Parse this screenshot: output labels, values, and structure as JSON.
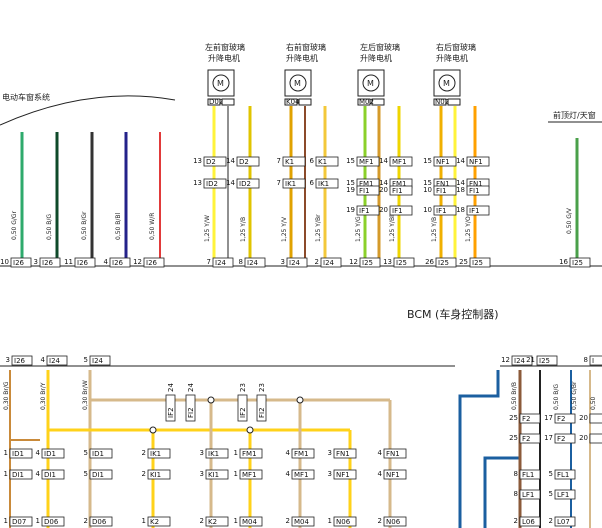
{
  "motors": [
    {
      "label1": "左前窗玻璃",
      "label2": "升降电机",
      "code": "D02"
    },
    {
      "label1": "右前窗玻璃",
      "label2": "升降电机",
      "code": "K04"
    },
    {
      "label1": "左后窗玻璃",
      "label2": "升降电机",
      "code": "M02"
    },
    {
      "label1": "右后窗玻璃",
      "label2": "升降电机",
      "code": "N02"
    }
  ],
  "left_system_label": "电动车窗系统",
  "right_system_label": "前顶灯/天窗",
  "bcm_label": "BCM (车身控制器)",
  "top_wires": [
    {
      "spec": "0,50 G/Gr",
      "pin": "10",
      "conn": "I26"
    },
    {
      "spec": "0,50 B/G",
      "pin": "3",
      "conn": "I26"
    },
    {
      "spec": "0,50 B/Gr",
      "pin": "11",
      "conn": "I26"
    },
    {
      "spec": "0,50 B/Bl",
      "pin": "4",
      "conn": "I26"
    },
    {
      "spec": "0,50 W/R",
      "pin": "12",
      "conn": "I26"
    },
    {
      "spec": "1,25 Y/W",
      "pin": "7",
      "conn": "I24"
    },
    {
      "spec": "1,25 Y/B",
      "pin": "8",
      "conn": "I24"
    },
    {
      "spec": "1,25 Y/V",
      "pin": "3",
      "conn": "I24"
    },
    {
      "spec": "1,25 Y/Br",
      "pin": "2",
      "conn": "I24"
    },
    {
      "spec": "1,25 Y/G",
      "pin": "12",
      "conn": "I25"
    },
    {
      "spec": "1,25 Y/Bl",
      "pin": "13",
      "conn": "I25"
    },
    {
      "spec": "1,25 Y/B",
      "pin": "26",
      "conn": "I25"
    },
    {
      "spec": "1,25 Y/O",
      "pin": "25",
      "conn": "I25"
    },
    {
      "spec": "0,50 G/V",
      "pin": "16",
      "conn": "I25"
    }
  ],
  "top_connectors": [
    {
      "pin": "13",
      "name": "D2"
    },
    {
      "pin": "14",
      "name": "D2"
    },
    {
      "pin": "7",
      "name": "K1"
    },
    {
      "pin": "6",
      "name": "K1"
    },
    {
      "pin": "15",
      "name": "MF1"
    },
    {
      "pin": "14",
      "name": "MF1"
    },
    {
      "pin": "15",
      "name": "NF1"
    },
    {
      "pin": "14",
      "name": "NF1"
    },
    {
      "pin": "13",
      "name": "ID2"
    },
    {
      "pin": "14",
      "name": "ID2"
    },
    {
      "pin": "7",
      "name": "IK1"
    },
    {
      "pin": "6",
      "name": "IK1"
    },
    {
      "pin": "15",
      "name": "FM1"
    },
    {
      "pin": "14",
      "name": "FM1"
    },
    {
      "pin": "15",
      "name": "FN1"
    },
    {
      "pin": "14",
      "name": "FN1"
    },
    {
      "pin": "19",
      "name": "FI1"
    },
    {
      "pin": "20",
      "name": "FI1"
    },
    {
      "pin": "10",
      "name": "FI1"
    },
    {
      "pin": "18",
      "name": "FI1"
    },
    {
      "pin": "19",
      "name": "IF1"
    },
    {
      "pin": "20",
      "name": "IF1"
    },
    {
      "pin": "10",
      "name": "IF1"
    },
    {
      "pin": "18",
      "name": "IF1"
    }
  ],
  "bottom_left": {
    "top_pins": [
      {
        "pin": "3",
        "conn": "I26"
      },
      {
        "pin": "4",
        "conn": "I24"
      },
      {
        "pin": "5",
        "conn": "I24"
      }
    ],
    "wires": [
      "0,30 Br/G",
      "0,30 Br/Y",
      "0,30 Br/W"
    ],
    "mid_conns": [
      {
        "pin": "1",
        "name": "ID1"
      },
      {
        "pin": "4",
        "name": "ID1"
      },
      {
        "pin": "5",
        "name": "ID1"
      },
      {
        "pin": "2",
        "name": "IK1"
      },
      {
        "pin": "3",
        "name": "IK1"
      },
      {
        "pin": "1",
        "name": "FM1"
      },
      {
        "pin": "4",
        "name": "FM1"
      },
      {
        "pin": "3",
        "name": "FN1"
      },
      {
        "pin": "4",
        "name": "FN1"
      }
    ],
    "low_conns": [
      {
        "pin": "1",
        "name": "DI1"
      },
      {
        "pin": "4",
        "name": "DI1"
      },
      {
        "pin": "5",
        "name": "DI1"
      },
      {
        "pin": "2",
        "name": "KI1"
      },
      {
        "pin": "3",
        "name": "KI1"
      },
      {
        "pin": "1",
        "name": "MF1"
      },
      {
        "pin": "4",
        "name": "MF1"
      },
      {
        "pin": "3",
        "name": "NF1"
      },
      {
        "pin": "4",
        "name": "NF1"
      }
    ],
    "bottom_conns": [
      {
        "pin": "1",
        "name": "D07"
      },
      {
        "pin": "1",
        "name": "D06"
      },
      {
        "pin": "2",
        "name": "D06"
      },
      {
        "pin": "1",
        "name": "K2"
      },
      {
        "pin": "2",
        "name": "K2"
      },
      {
        "pin": "1",
        "name": "M04"
      },
      {
        "pin": "2",
        "name": "M04"
      },
      {
        "pin": "1",
        "name": "N06"
      },
      {
        "pin": "2",
        "name": "N06"
      }
    ],
    "mid_vertical": [
      {
        "pin": "24",
        "name": "IF2"
      },
      {
        "pin": "24",
        "name": "FI2"
      },
      {
        "pin": "23",
        "name": "IF2"
      },
      {
        "pin": "23",
        "name": "FI2"
      }
    ]
  },
  "bottom_right": {
    "top_pins": [
      {
        "pin": "12",
        "conn": "I24"
      },
      {
        "pin": "21",
        "conn": "I25"
      },
      {
        "pin": "8",
        "conn": "I"
      }
    ],
    "wires": [
      "0,50 Br/B",
      "0,50 B/G",
      "0,50 G/Br",
      "0,50"
    ],
    "conns": [
      {
        "pin": "25",
        "name": "F2"
      },
      {
        "pin": "17",
        "name": "F2"
      },
      {
        "pin": "20",
        "name": ""
      },
      {
        "pin": "25",
        "name": "F2"
      },
      {
        "pin": "17",
        "name": "F2"
      },
      {
        "pin": "20",
        "name": ""
      },
      {
        "pin": "8",
        "name": "FL1"
      },
      {
        "pin": "5",
        "name": "FL1"
      },
      {
        "pin": "8",
        "name": "LF1"
      },
      {
        "pin": "5",
        "name": "LF1"
      },
      {
        "pin": "2",
        "name": "L06"
      },
      {
        "pin": "2",
        "name": "L07"
      }
    ]
  }
}
